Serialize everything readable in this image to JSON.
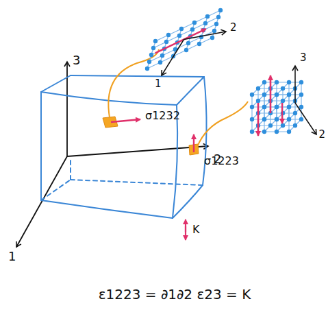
{
  "diagram": {
    "labels": [
      "3",
      "2",
      "1",
      "σ1232",
      "σ1223",
      "K",
      "2",
      "1",
      "3",
      "2",
      "ε1223 = ∂1∂2 ε23 = K"
    ]
  }
}
